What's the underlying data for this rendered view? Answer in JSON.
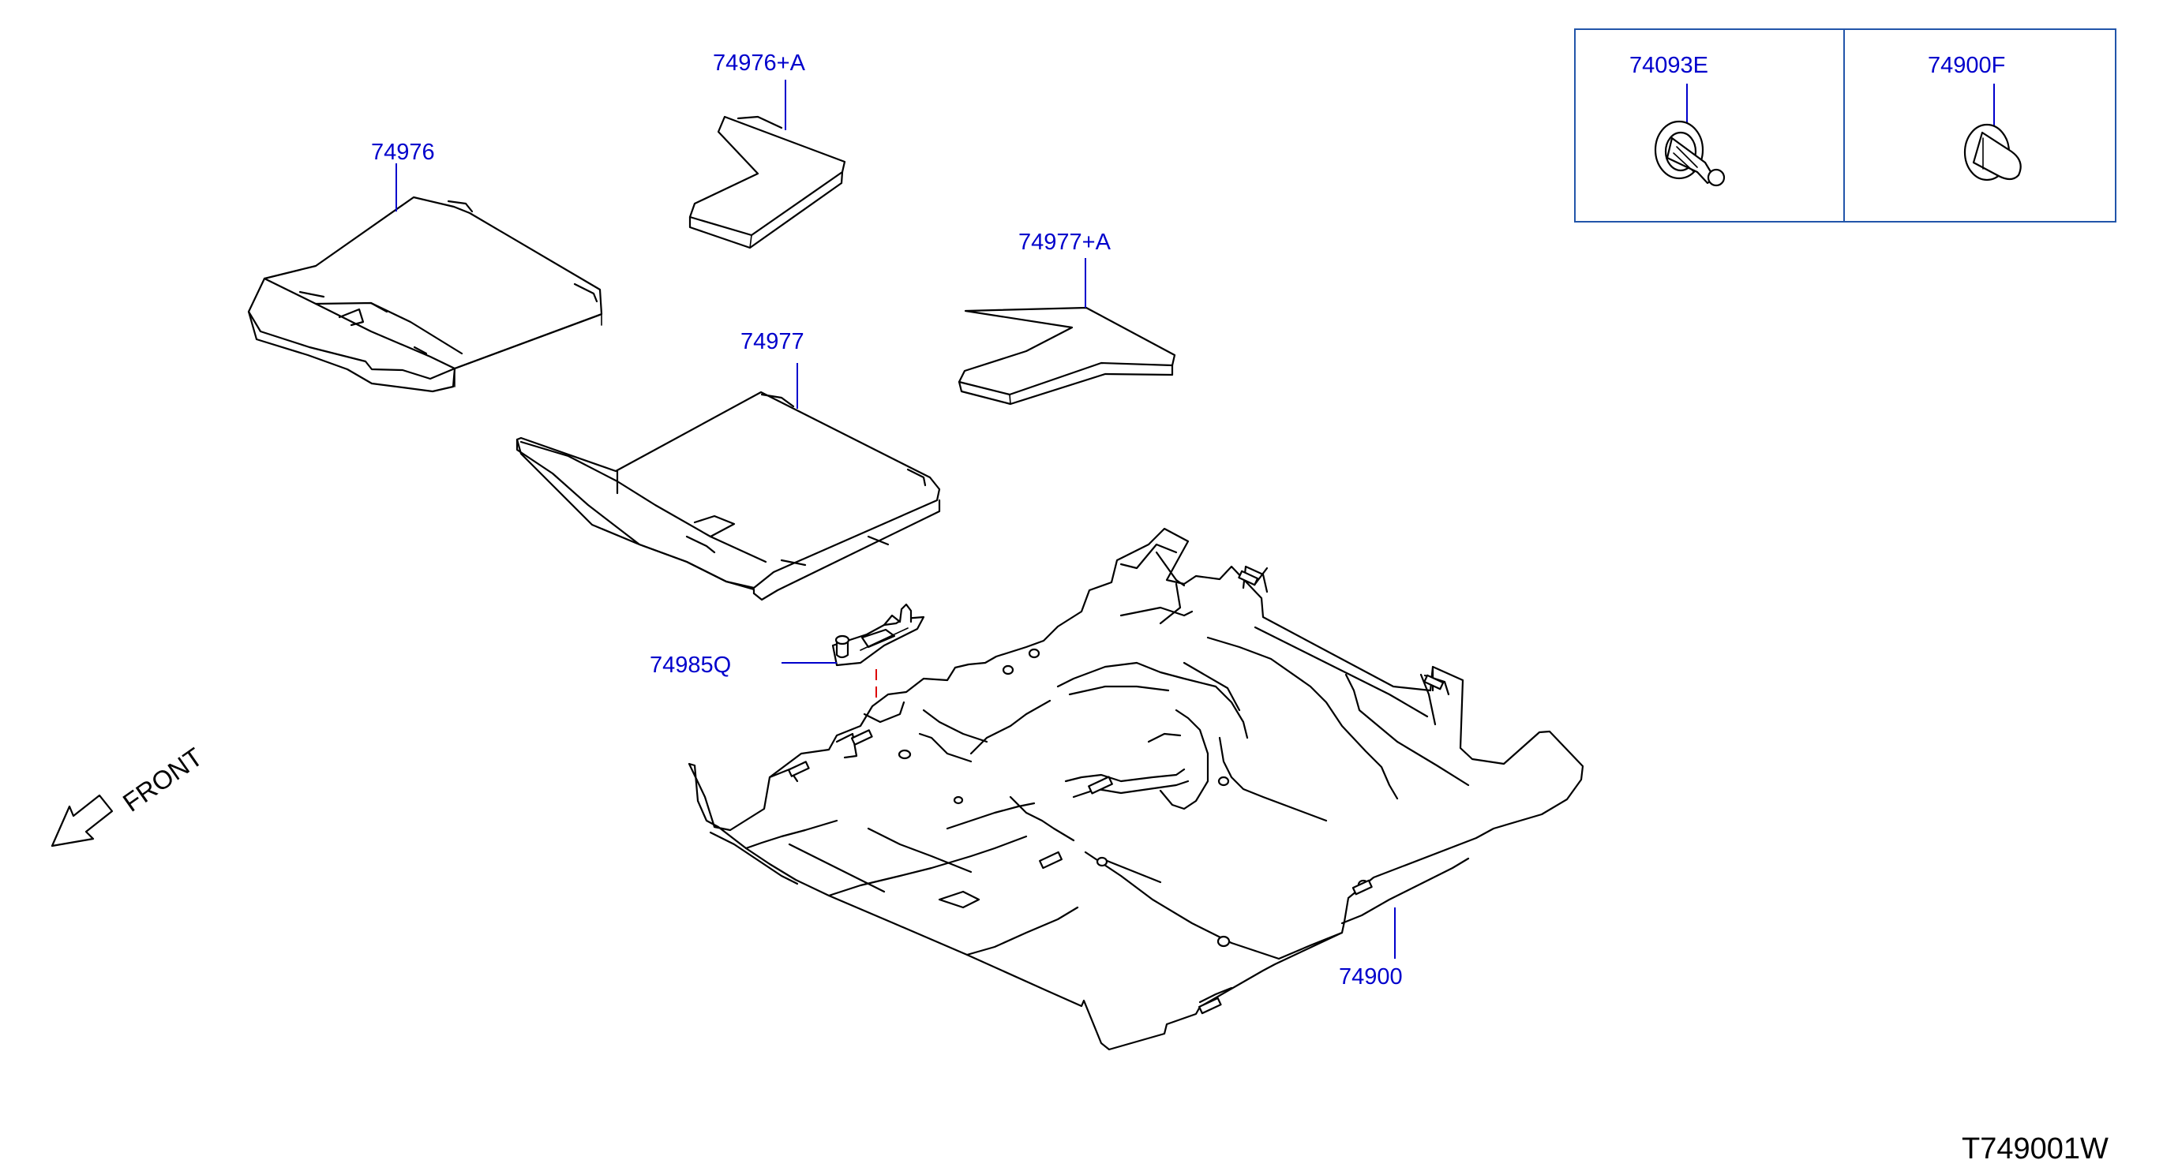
{
  "colors": {
    "label": "#0000cc",
    "leader": "#0000cc",
    "outline": "#000000",
    "dashed_reference": "#dd0000",
    "inset_border": "#2255aa",
    "background": "#ffffff"
  },
  "labels": {
    "p74976": "74976",
    "p74976a": "74976+A",
    "p74977": "74977",
    "p74977a": "74977+A",
    "p74985q": "74985Q",
    "p74900": "74900",
    "p74093e": "74093E",
    "p74900f": "74900F"
  },
  "direction_label": "FRONT",
  "drawing_id": "T749001W"
}
